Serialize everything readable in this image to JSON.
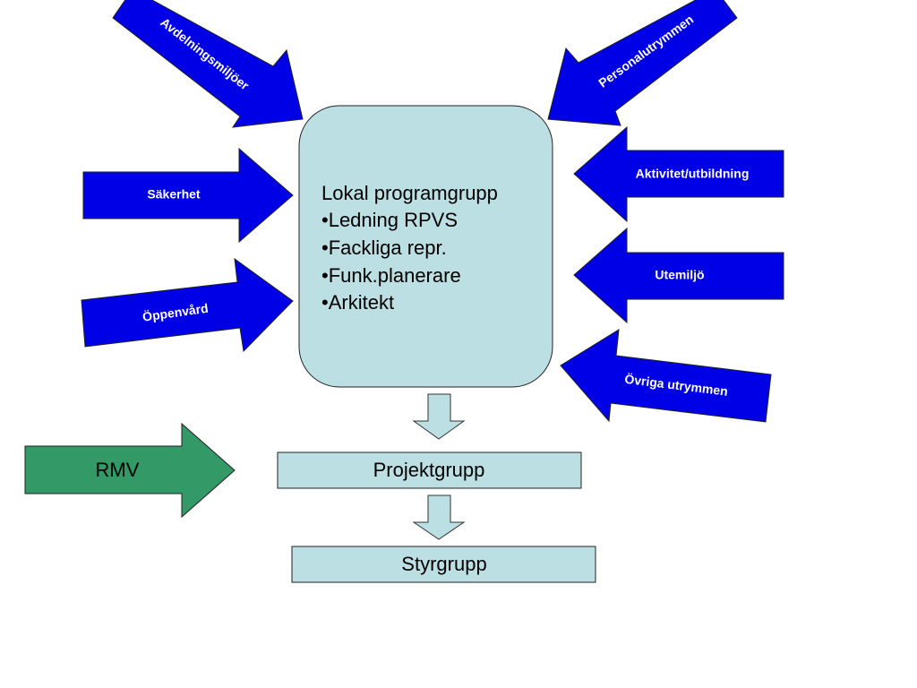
{
  "main_box": {
    "title": "Lokal programgrupp",
    "items": [
      "•Ledning RPVS",
      "•Fackliga repr.",
      "•Funk.planerare",
      "•Arkitekt"
    ]
  },
  "inputs_left": {
    "top": "Avdelningsmiljöer",
    "middle": "Säkerhet",
    "bottom": "Öppenvård"
  },
  "inputs_right": {
    "top": "Personalutrymmen",
    "upper": "Aktivitet/utbildning",
    "middle": "Utemiljö",
    "bottom": "Övriga utrymmen"
  },
  "rmv_label": "RMV",
  "projektgrupp_label": "Projektgrupp",
  "styrgrupp_label": "Styrgrupp",
  "colors": {
    "blue_arrow": "#0000E6",
    "green_arrow": "#339966",
    "box_fill": "#BCDFE3"
  }
}
